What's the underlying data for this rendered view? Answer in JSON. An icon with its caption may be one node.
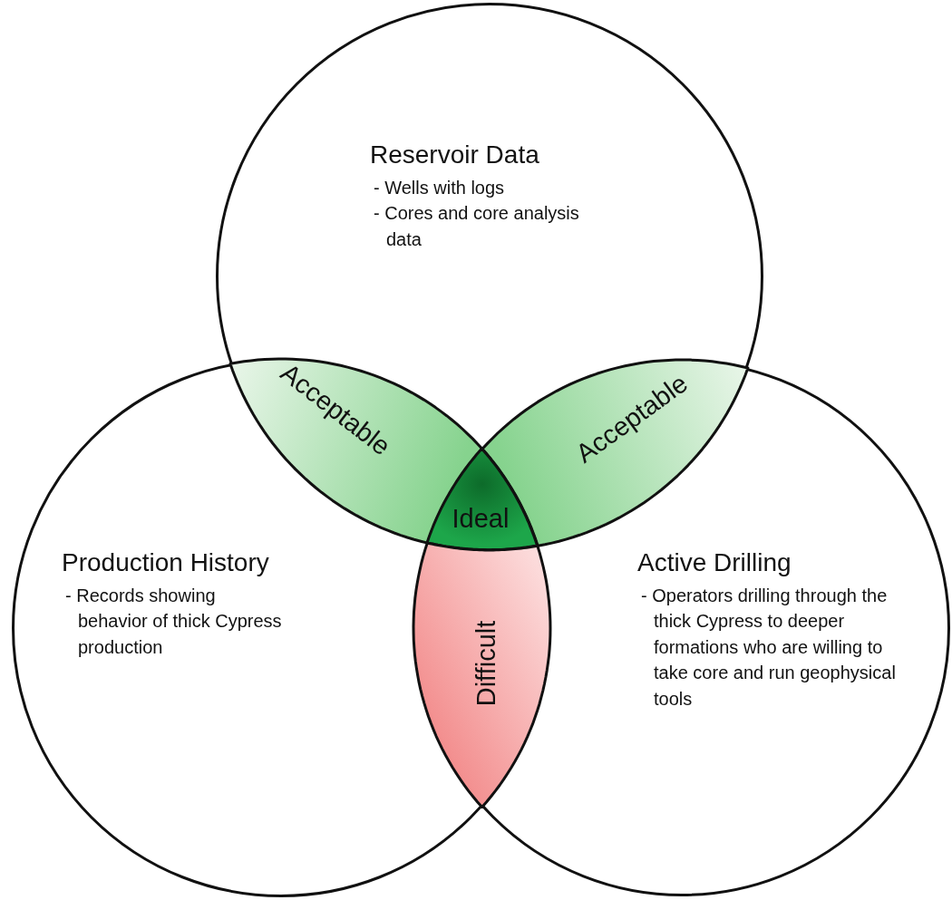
{
  "diagram": {
    "nodes": [
      {
        "text": [
          "Reservoir Data",
          "- Wells with logs",
          "- Cores and core analysis data"
        ]
      },
      {
        "text": [
          "Production History",
          "- Records showing behavior of thick Cypress production"
        ]
      },
      {
        "text": [
          "Active Drilling",
          "- Operators drilling through the thick Cypress to deeper formations who are willing to take core and run geophysical tools"
        ]
      },
      {
        "text": [
          "Acceptable"
        ]
      },
      {
        "text": [
          "Acceptable"
        ]
      },
      {
        "text": [
          "Ideal"
        ]
      },
      {
        "text": [
          "Difficult"
        ]
      }
    ],
    "edges": []
  }
}
